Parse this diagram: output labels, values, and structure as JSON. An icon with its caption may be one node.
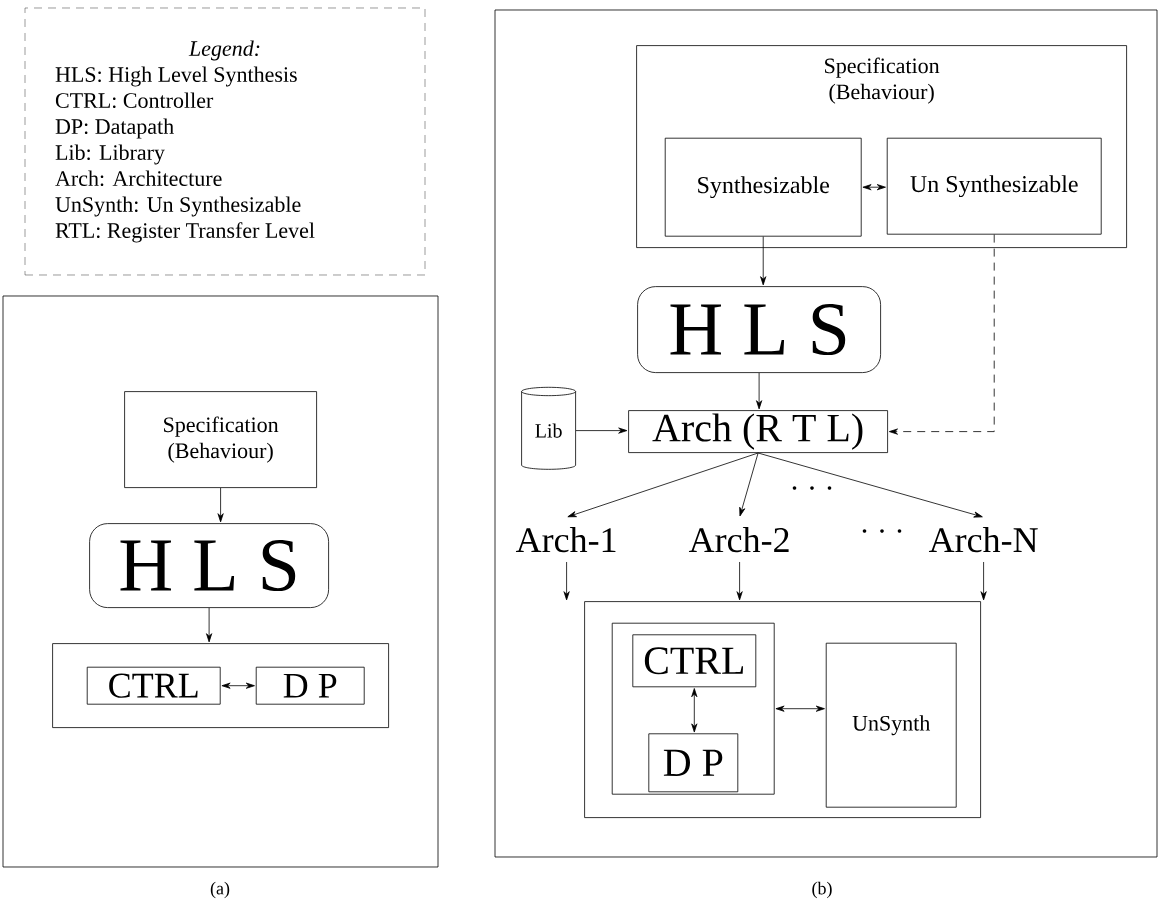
{
  "diagram": {
    "nodes": [
      {
        "text": [
          "Legend:",
          "HLS: High Level Synthesis",
          "CTRL: Controller",
          "DP: Datapath",
          "Lib: Library",
          "Arch: Architecture",
          "UnSynth: Un Synthesizable",
          "RTL: Register Transfer Level"
        ]
      },
      {
        "text": [],
        "shape": "box"
      },
      {
        "text": [
          "Specification (Behaviour)"
        ],
        "in": 1
      },
      {
        "text": [
          "H L S"
        ],
        "in": 1
      },
      {
        "text": [],
        "shape": "box",
        "in": 1
      },
      {
        "text": [
          "CTRL"
        ],
        "in": 4
      },
      {
        "text": [
          "D P"
        ],
        "in": 4
      },
      {
        "text": [],
        "shape": "box"
      },
      {
        "text": [
          "Specification (Behaviour)"
        ],
        "in": 7
      },
      {
        "text": [
          "Synthesizable"
        ],
        "in": 8
      },
      {
        "text": [
          "Un Synthesizable"
        ],
        "in": 8
      },
      {
        "text": [
          "H L S"
        ],
        "in": 7
      },
      {
        "text": [
          "Lib"
        ],
        "in": 7
      },
      {
        "text": [
          "Arch (R T L)"
        ],
        "in": 7
      },
      {
        "text": [
          "Arch-1"
        ],
        "in": 7
      },
      {
        "text": [
          "Arch-2"
        ],
        "in": 7
      },
      {
        "text": [
          "Arch-N"
        ],
        "in": 7
      },
      {
        "text": [],
        "shape": "box",
        "in": 7
      },
      {
        "text": [],
        "shape": "box",
        "in": 17
      },
      {
        "text": [
          "CTRL"
        ],
        "in": 18
      },
      {
        "text": [
          "D P"
        ],
        "in": 18
      },
      {
        "text": [
          "UnSynth"
        ],
        "in": 17
      }
    ],
    "edges": [
      {
        "from": 2,
        "to": 3,
        "arrow": "to"
      },
      {
        "from": 3,
        "to": 4,
        "arrow": "to"
      },
      {
        "from": 5,
        "to": 6,
        "arrow": "both"
      },
      {
        "from": 9,
        "to": 10,
        "arrow": "both"
      },
      {
        "from": 9,
        "to": 11,
        "arrow": "to"
      },
      {
        "from": 11,
        "to": 13,
        "arrow": "to"
      },
      {
        "from": 12,
        "to": 13,
        "arrow": "to"
      },
      {
        "from": 10,
        "to": 13,
        "arrow": "to",
        "style": "dashed"
      },
      {
        "from": 13,
        "to": 14,
        "arrow": "to"
      },
      {
        "from": 13,
        "to": 15,
        "arrow": "to"
      },
      {
        "from": 13,
        "to": 16,
        "arrow": "to"
      },
      {
        "from": 14,
        "to": 17,
        "arrow": "to"
      },
      {
        "from": 15,
        "to": 17,
        "arrow": "to"
      },
      {
        "from": 16,
        "to": 17,
        "arrow": "to"
      },
      {
        "from": 19,
        "to": 20,
        "arrow": "both"
      },
      {
        "from": 18,
        "to": 21,
        "arrow": "both"
      }
    ],
    "labels": [
      "· · ·",
      "· · ·",
      "(a)",
      "(b)"
    ]
  }
}
